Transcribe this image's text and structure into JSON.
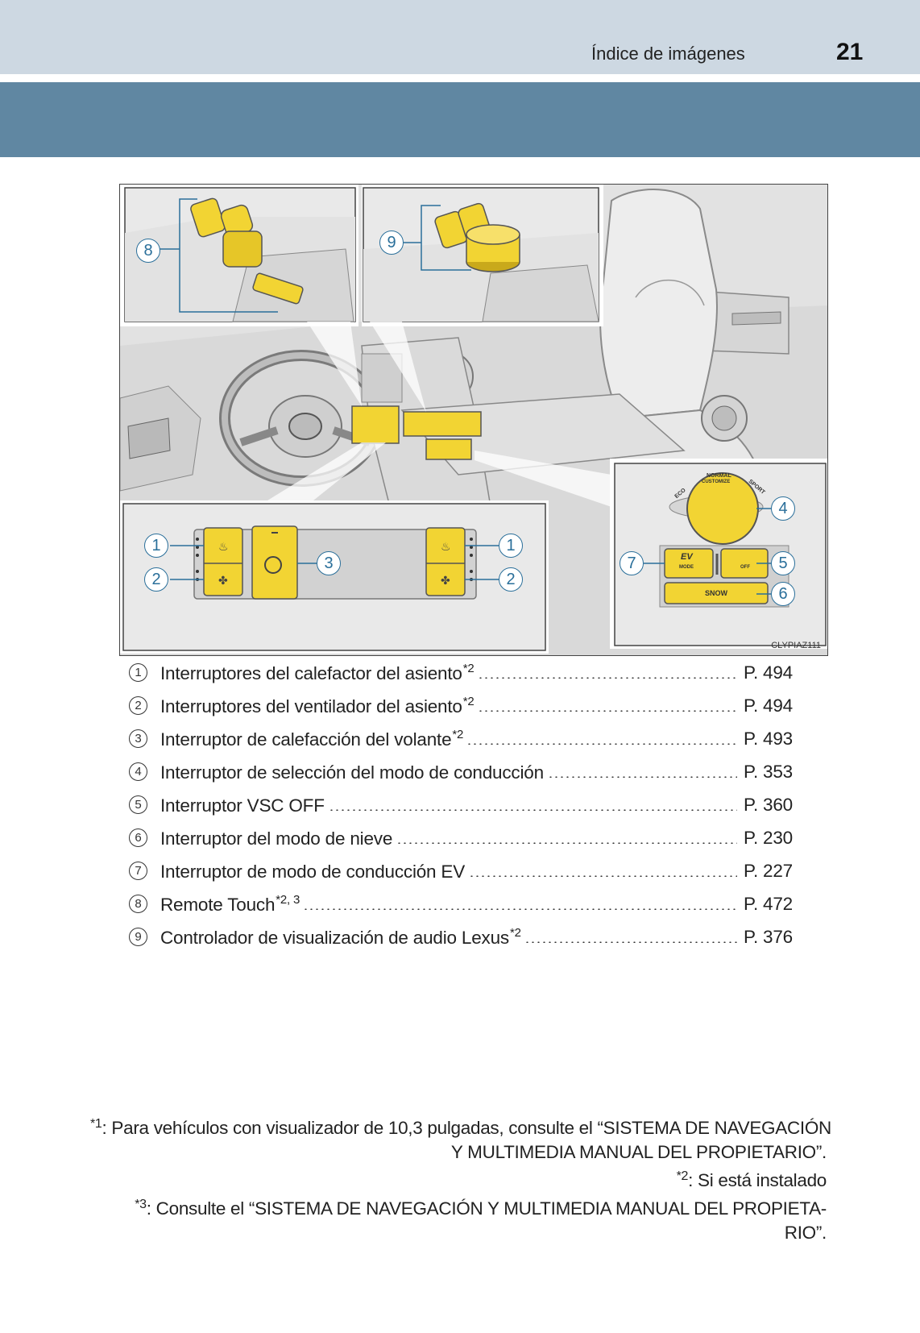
{
  "header": {
    "section_title": "Índice de imágenes",
    "page_number": "21"
  },
  "figure": {
    "code": "CLYPIAZ111",
    "callouts": [
      "1",
      "2",
      "3",
      "4",
      "5",
      "6",
      "7",
      "8",
      "9"
    ],
    "switch_labels": {
      "normal": "NORMAL",
      "customize": "CUSTOMIZE",
      "eco": "ECO",
      "sport": "SPORT",
      "ev": "EV",
      "mode": "MODE",
      "off": "OFF",
      "snow": "SNOW"
    },
    "colors": {
      "highlight": "#f2d433",
      "line": "#2a6f9a",
      "background": "#e4e4e4"
    }
  },
  "items": [
    {
      "num": "1",
      "label": "Interruptores del calefactor del asiento",
      "note": "*2",
      "page": "P. 494"
    },
    {
      "num": "2",
      "label": "Interruptores del ventilador del asiento",
      "note": "*2",
      "page": "P. 494"
    },
    {
      "num": "3",
      "label": "Interruptor de calefacción del volante",
      "note": "*2",
      "page": "P. 493"
    },
    {
      "num": "4",
      "label": "Interruptor de selección del modo de conducción",
      "note": "",
      "page": "P. 353"
    },
    {
      "num": "5",
      "label": "Interruptor VSC OFF",
      "note": "",
      "page": "P. 360"
    },
    {
      "num": "6",
      "label": "Interruptor del modo de nieve",
      "note": "",
      "page": "P. 230"
    },
    {
      "num": "7",
      "label": "Interruptor de modo de conducción EV",
      "note": "",
      "page": "P. 227"
    },
    {
      "num": "8",
      "label": "Remote Touch",
      "note": "*2, 3",
      "page": "P. 472"
    },
    {
      "num": "9",
      "label": "Controlador de visualización de audio Lexus",
      "note": "*2",
      "page": "P. 376"
    }
  ],
  "footnotes": {
    "f1_mark": "*1",
    "f1_line1": ": Para vehículos con visualizador de 10,3 pulgadas, consulte el “SISTEMA DE NAVEGACIÓN",
    "f1_line2": "Y MULTIMEDIA MANUAL DEL PROPIETARIO”.",
    "f2_mark": "*2",
    "f2_text": ": Si está instalado",
    "f3_mark": "*3",
    "f3_line1": ": Consulte el “SISTEMA DE NAVEGACIÓN Y MULTIMEDIA MANUAL DEL PROPIETA-",
    "f3_line2": "RIO”."
  }
}
